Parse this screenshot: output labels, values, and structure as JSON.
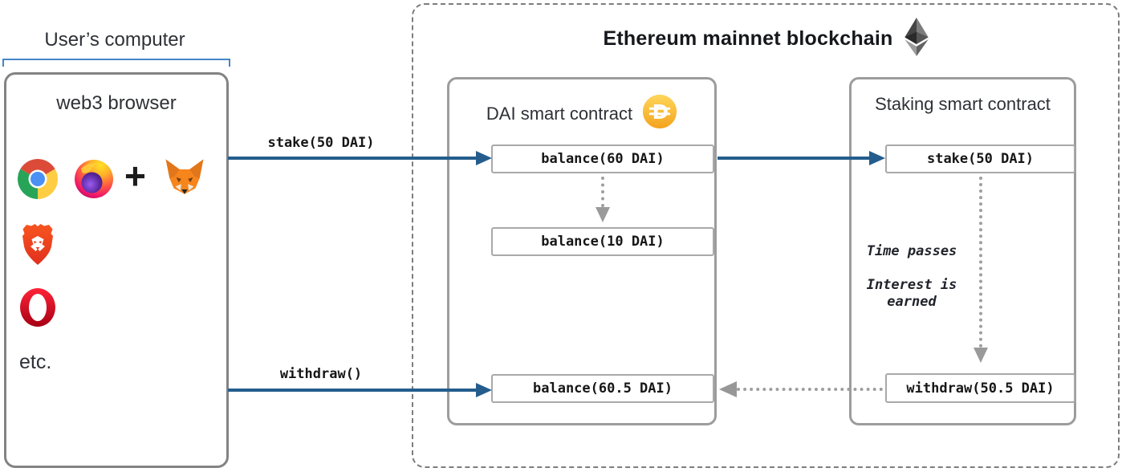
{
  "user_computer": {
    "label": "User’s computer",
    "browser_box_title": "web3 browser",
    "plus": "+",
    "etc": "etc.",
    "browser_icons": [
      "chrome",
      "firefox",
      "metamask",
      "brave",
      "opera"
    ]
  },
  "ethereum": {
    "title": "Ethereum mainnet blockchain",
    "eth_icon": "ethereum-diamond-logo",
    "dai_contract": {
      "title": "DAI smart contract",
      "coin_icon": "dai-coin",
      "steps": [
        "balance(60 DAI)",
        "balance(10 DAI)",
        "balance(60.5 DAI)"
      ]
    },
    "staking_contract": {
      "title": "Staking smart contract",
      "steps": [
        "stake(50 DAI)",
        "withdraw(50.5 DAI)"
      ],
      "note_time": "Time passes",
      "note_interest": "Interest is\nearned"
    }
  },
  "calls": {
    "stake_label": "stake(50 DAI)",
    "withdraw_label": "withdraw()"
  },
  "colors": {
    "arrow_blue": "#245d8d",
    "bracket_blue": "#4486c6",
    "dotted_gray": "#9a9a9a",
    "dai_gold": "#f5a31c"
  }
}
